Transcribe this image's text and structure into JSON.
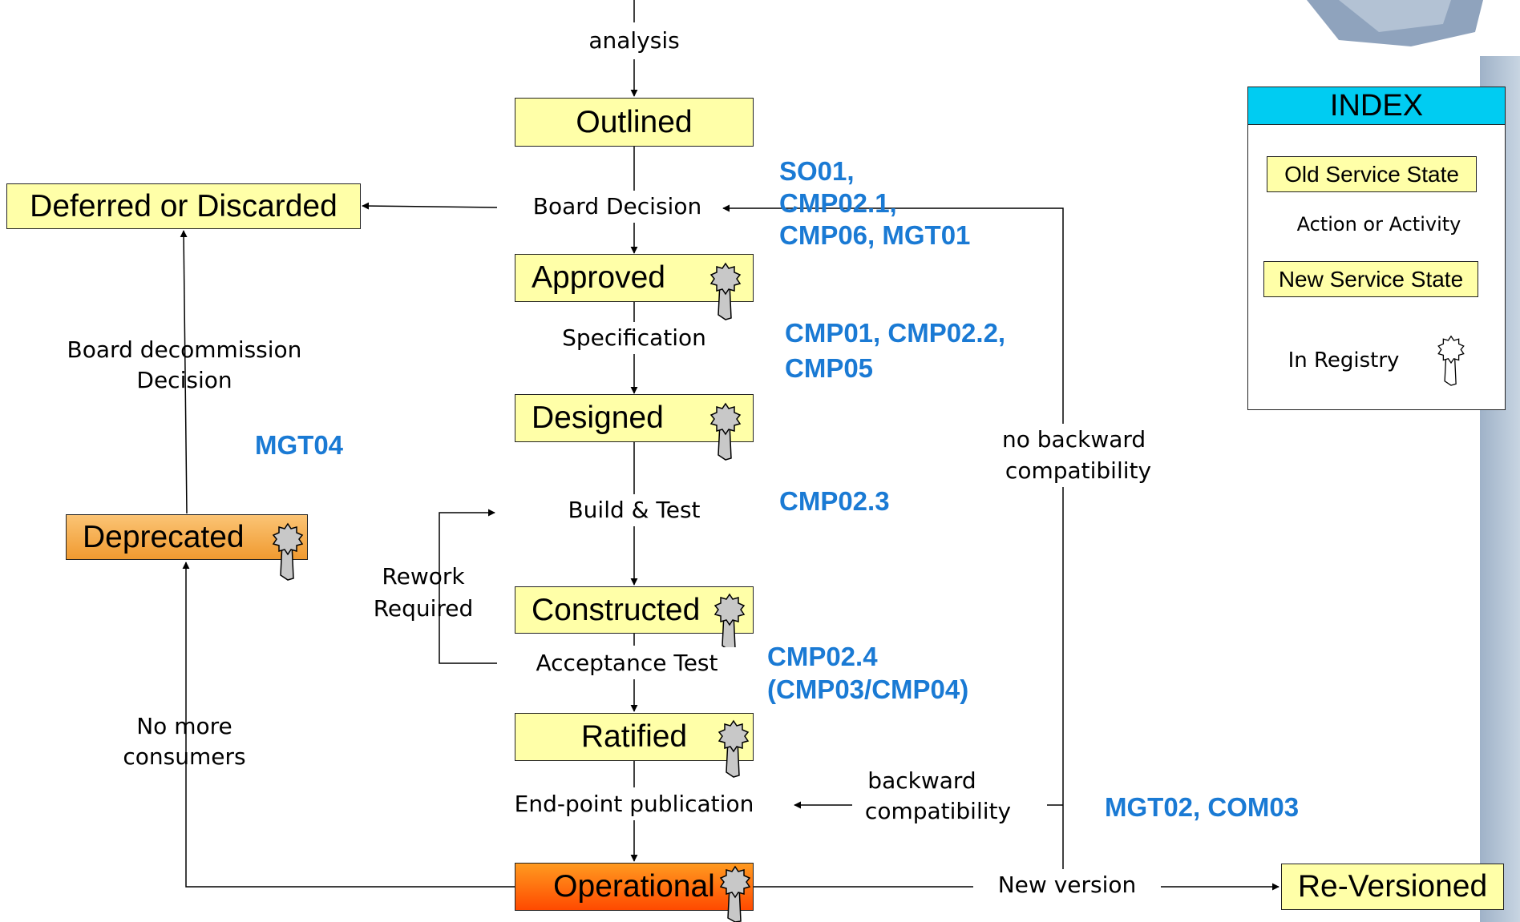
{
  "states": {
    "outlined": "Outlined",
    "deferred": "Deferred or Discarded",
    "approved": "Approved",
    "designed": "Designed",
    "deprecated": "Deprecated",
    "constructed": "Constructed",
    "ratified": "Ratified",
    "operational": "Operational",
    "reversioned": "Re-Versioned"
  },
  "actions": {
    "analysis": "analysis",
    "board_decision": "Board Decision",
    "specification": "Specification",
    "build_test": "Build & Test",
    "rework_line1": "Rework",
    "rework_line2": "Required",
    "acceptance_test": "Acceptance Test",
    "endpoint_publication": "End-point publication",
    "board_decommission_line1": "Board decommission",
    "board_decommission_line2": "Decision",
    "no_more_consumers_line1": "No more",
    "no_more_consumers_line2": "consumers",
    "no_backward_line1": "no backward",
    "no_backward_line2": "compatibility",
    "backward_line1": "backward",
    "backward_line2": "compatibility",
    "new_version": "New version"
  },
  "codes": {
    "so01_line1": "SO01,",
    "so01_line2": "CMP02.1,",
    "so01_line3": "CMP06, MGT01",
    "cmp01_line1": "CMP01, CMP02.2,",
    "cmp01_line2": "CMP05",
    "mgt04": "MGT04",
    "cmp023": "CMP02.3",
    "cmp024_line1": "CMP02.4",
    "cmp024_line2": "(CMP03/CMP04)",
    "mgt02": "MGT02, COM03"
  },
  "index": {
    "title": "INDEX",
    "old_state": "Old Service State",
    "action": "Action or Activity",
    "new_state": "New Service State",
    "in_registry": "In Registry"
  },
  "colors": {
    "state_fill": "#ffffa8",
    "code_text": "#1a7ad4",
    "index_header": "#00ccf2",
    "deprecated_fill": "#f5ae55",
    "operational_fill": "#ff6a00"
  }
}
